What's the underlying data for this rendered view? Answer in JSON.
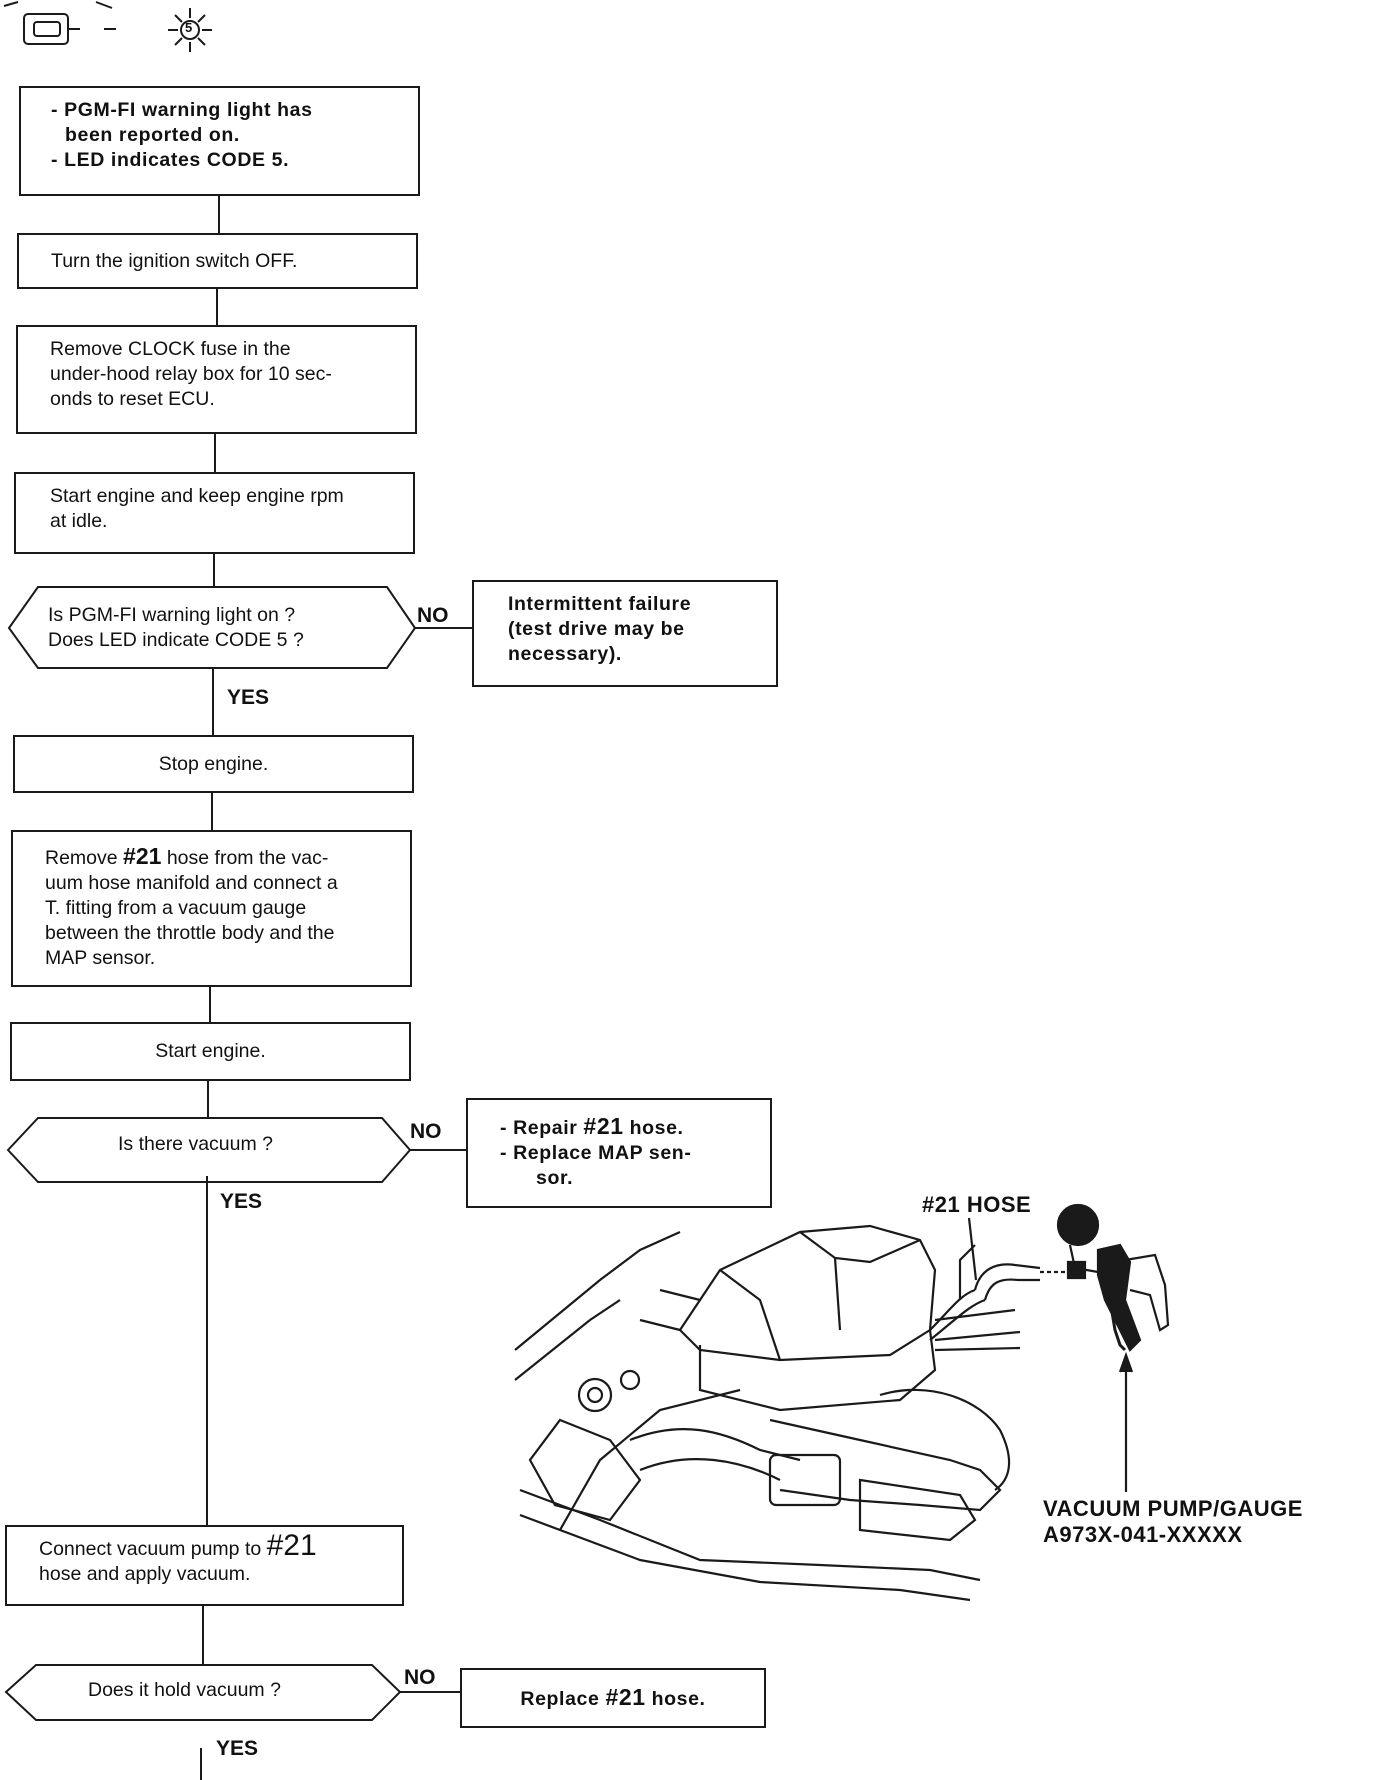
{
  "header": {
    "icon_names": [
      "ecu-led-icon",
      "blinking-led-code-5-icon"
    ],
    "code_badge": "5"
  },
  "steps": {
    "start": [
      "- PGM-FI warning light has",
      "been reported on.",
      "- LED indicates CODE 5."
    ],
    "ignition_off": "Turn the ignition switch OFF.",
    "remove_fuse": [
      "Remove CLOCK fuse in the",
      "under-hood relay box for 10 sec-",
      "onds to reset ECU."
    ],
    "start_idle": [
      "Start engine and keep engine rpm",
      "at idle."
    ],
    "q_warning": [
      "Is PGM-FI warning light on ?",
      "Does LED indicate CODE 5 ?"
    ],
    "intermittent": [
      "Intermittent failure",
      "(test drive may be",
      "necessary)."
    ],
    "stop_engine": "Stop engine.",
    "remove_hose": {
      "l1_pre": "Remove ",
      "l1_num": "#21",
      "l1_post": " hose from the vac-",
      "rest": [
        "uum hose manifold and connect a",
        "T. fitting from a vacuum gauge",
        "between the throttle body and the",
        "MAP sensor."
      ]
    },
    "start_engine": "Start engine.",
    "q_vacuum": "Is there vacuum ?",
    "repair": {
      "l1_pre": "- Repair ",
      "l1_num": "#21",
      "l1_post": " hose.",
      "l2": "- Replace MAP sen-",
      "l3": "sor."
    },
    "connect_pump": {
      "l1_pre": "Connect vacuum pump to ",
      "l1_num": "#21",
      "l2": "hose and apply vacuum."
    },
    "q_hold": "Does it hold vacuum ?",
    "replace_hose": {
      "pre": "Replace ",
      "num": "#21",
      "post": " hose."
    }
  },
  "labels": {
    "no": "NO",
    "yes": "YES"
  },
  "illustration": {
    "hose_callout": "#21 HOSE",
    "pump_callout_1": "VACUUM PUMP/GAUGE",
    "pump_callout_2": "A973X-041-XXXXX"
  },
  "colors": {
    "ink": "#1a1a1a",
    "paper": "#ffffff"
  }
}
